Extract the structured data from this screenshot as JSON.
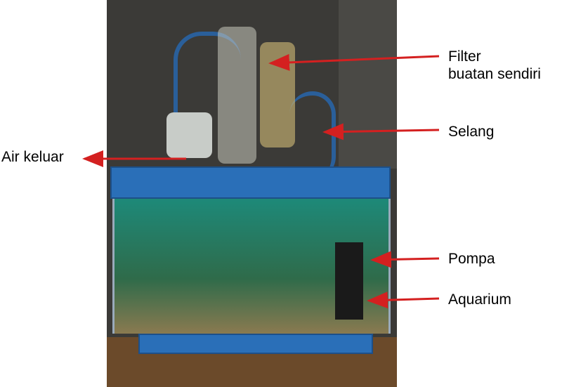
{
  "labels": {
    "filter_line1": "Filter",
    "filter_line2": "buatan sendiri",
    "selang": "Selang",
    "air_keluar": "Air keluar",
    "pompa": "Pompa",
    "aquarium": "Aquarium"
  },
  "colors": {
    "arrow": "#d42020",
    "frame": "#2a6fb8"
  }
}
